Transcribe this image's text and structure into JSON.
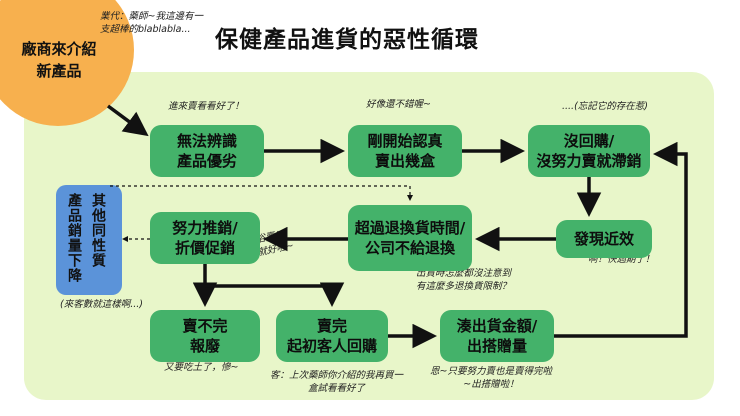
{
  "title": "保健產品進貨的惡性循環",
  "start": {
    "label_line1": "廠商來介紹",
    "label_line2": "新產品"
  },
  "notes": {
    "sales_line1": "業代：藥師~我這邊有一",
    "sales_line2": "支超棒的blablabla...",
    "let_me_buy": "進來賣看看好了！",
    "sells_ok": "好像還不錯喔~",
    "forgot": "....(忘記它的存在惹)",
    "expiring": "啊！快過期了！",
    "why_not_noticed_1": "出貨時怎麼都沒注意到",
    "why_not_noticed_2": "有這麼多退換貨限制？",
    "cheap_1": "俗俗賣！",
    "cheap_2": "不虧錢就好啦~",
    "customers": "(來客數就這樣啊...)",
    "ate_dirt": "又要吃土了，慘~",
    "customer_buys_1": "客：上次藥師你介紹的我再買一",
    "customer_buys_2": "盒試看看好了",
    "must_sell_1": "恩~只要努力賣也是賣得完啦",
    "must_sell_2": "~出搭贈啦！"
  },
  "boxes": {
    "cannot_identify": "無法辨識\n產品優劣",
    "first_sell": "剛開始認真\n賣出幾盒",
    "no_rebuy": "沒回購/\n沒努力賣就滯銷",
    "found_expiry": "發現近效",
    "past_return": "超過退換貨時間/\n公司不給退換",
    "push_sales": "努力推銷/\n折價促銷",
    "unsold_scrap": "賣不完\n報廢",
    "sold_out": "賣完\n起初客人回購",
    "pad_order": "湊出貨金額/\n出搭贈量"
  },
  "competitors": {
    "col1": "產品銷量下降",
    "col2": "其他同性質"
  },
  "colors": {
    "box_green": "#44b26a",
    "panel_green": "#e8f6c9",
    "start_orange": "#f7b04e",
    "side_blue": "#5b93d9"
  }
}
